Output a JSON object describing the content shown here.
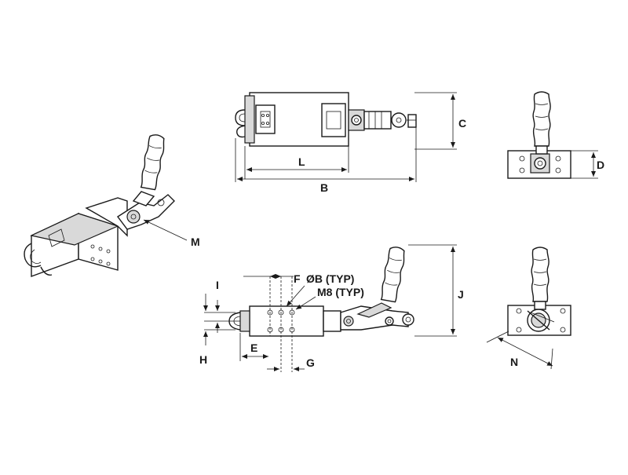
{
  "dimensions": {
    "c": "C",
    "l": "L",
    "b": "B",
    "d": "D",
    "m": "M",
    "i": "I",
    "h": "H",
    "f": "F",
    "e": "E",
    "g": "G",
    "j": "J",
    "n": "N",
    "hole_dia": "ØB (TYP)",
    "thread": "M8 (TYP)"
  },
  "colors": {
    "line": "#1a1a1a",
    "shade": "#d9d9d9",
    "background": "#ffffff"
  }
}
